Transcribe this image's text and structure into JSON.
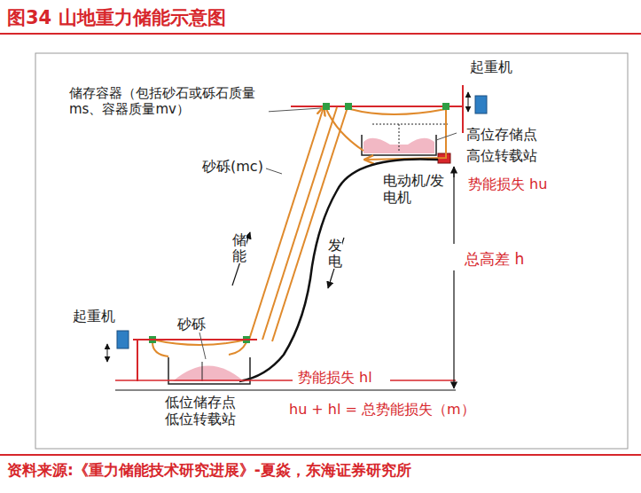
{
  "diagram": {
    "title": "图34 山地重力储能示意图",
    "caption": "资料来源:《重力储能技术研究进展》-夏焱，东海证券研究所",
    "labels": [
      "起重机",
      "储存容器（包括砂石或砾石质量ms、容器质量mv）",
      "高位存储点",
      "高位转载站",
      "电动机/发电机",
      "势能损失 hu",
      "砂砾(mc)",
      "储能",
      "发电",
      "总高差 h",
      "起重机",
      "砂砾",
      "势能损失 hl",
      "低位储存点 低位转载站",
      "hu + hl = 总势能损失（m）"
    ]
  }
}
